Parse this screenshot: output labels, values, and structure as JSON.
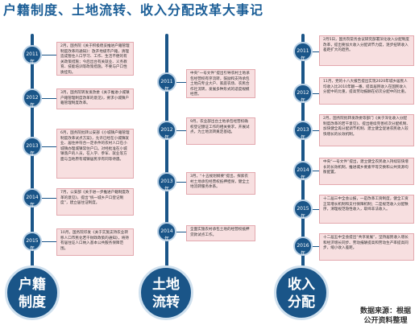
{
  "title": "户籍制度、土地流转、收入分配改革大事记",
  "columns": [
    {
      "label_line1": "户籍",
      "label_line2": "制度",
      "events": [
        {
          "year": "2011年",
          "text": "2月，国务院《关于积极稳妥推进户籍管理制度改革的通知》：放开地级市户籍，清理造成暂住人口学习、工作、生活不便的有关政策措施；今后出台有关就业、义务教育、技能培训等政策措施，不要与户口性质挂钩。"
        },
        {
          "year": "2012年",
          "text": "3月，国务院转发发改委《关于推进小城镇户籍管理制度改革的意见》，要求小城镇户籍管理制度改革。"
        },
        {
          "year": "2013年",
          "text": "6月，国务院批转公安部《小城镇户籍管理制度改革试点方案》，允许已经在小城镇就业、居住并符合一定条件的农村人口在小城镇办理城镇常住户口。对经批准在小城镇落户的人员，在入学、参军、就业等方面与当地原有城镇居民享有同等待遇。"
        },
        {
          "year": "2014年",
          "text": "7月，公安部《关于进一步推进户籍制度改革的意见》，提出“统一城乡户口登记制度”，建立居住证制度。"
        },
        {
          "year": "2015年",
          "text": "10月，国务院印发《关于实施支持农业转移人口市民化若干财政政策的通知》，将持有居住证人口纳入基本公共服务保障范围。"
        }
      ]
    },
    {
      "label_line1": "土地",
      "label_line2": "流转",
      "events": [
        {
          "year": "2011年",
          "text": "中央“一号文件”提出引导农村土地承包经营权有序流转，鼓励和支持承包土地向专业大户、家庭农场、农民合作社流转，发展多种形式的适度规模经营。"
        },
        {
          "year": "2012年",
          "text": "9月，农业部出台土地承包经营权确权登记颁证工作的相关要求，开展试点，为土地流转奠定基础。"
        },
        {
          "year": "2013年",
          "text": "3月，“十五规划纲要”提出，探索农村土地承包经营权抵押担保，健全土地流转服务体系。"
        },
        {
          "year": "2014年",
          "text": "全面实施农村承包土地的经营权抵押贷款试点工作。"
        }
      ]
    },
    {
      "label_line1": "收入",
      "label_line2": "分配",
      "events": [
        {
          "year": "2011年",
          "text": "2月5日，国务院常务会议研究部署深化收入分配制度改革，提出要加大收入分配调节力度，逐步扭转收入差距扩大的趋势。"
        },
        {
          "year": "2012年",
          "text": "11月，党的十八大报告提出实现2020年城乡居民人均收入比2010年翻一番，提高居民收入在国民收入分配中的比重，提高劳动报酬在初次分配中的比重。"
        },
        {
          "year": "2013年",
          "text": "2月，国务院批转发改委等部门《关于深化收入分配制度改革的若干意见》，提出继续完善初次分配机制、加快健全再分配调节机制、建立健全促进农民收入较快增长的长效机制。"
        },
        {
          "year": "2014年",
          "text": "中央“一号文件”提出，建立健全农民收入持续较快增长的长效机制，推进城乡要素平等交换和公共资源均衡配置。"
        },
        {
          "year": "2015年",
          "text": "十二届三中全会公报，一是改革工资制度，健全工资正常增长机制和支付保障机制；二是规范收入分配秩序，清理规范隐性收入，取缔非法收入。"
        },
        {
          "year": "2016年",
          "text": "十二届五中全会提出“共享发展”，坚持居民收入增长和经济增长同步、劳动报酬提高和劳动生产率提高同步，缩小收入差距。"
        }
      ]
    }
  ],
  "source_line1": "数据来源：根据",
  "source_line2": "公开资料整理"
}
